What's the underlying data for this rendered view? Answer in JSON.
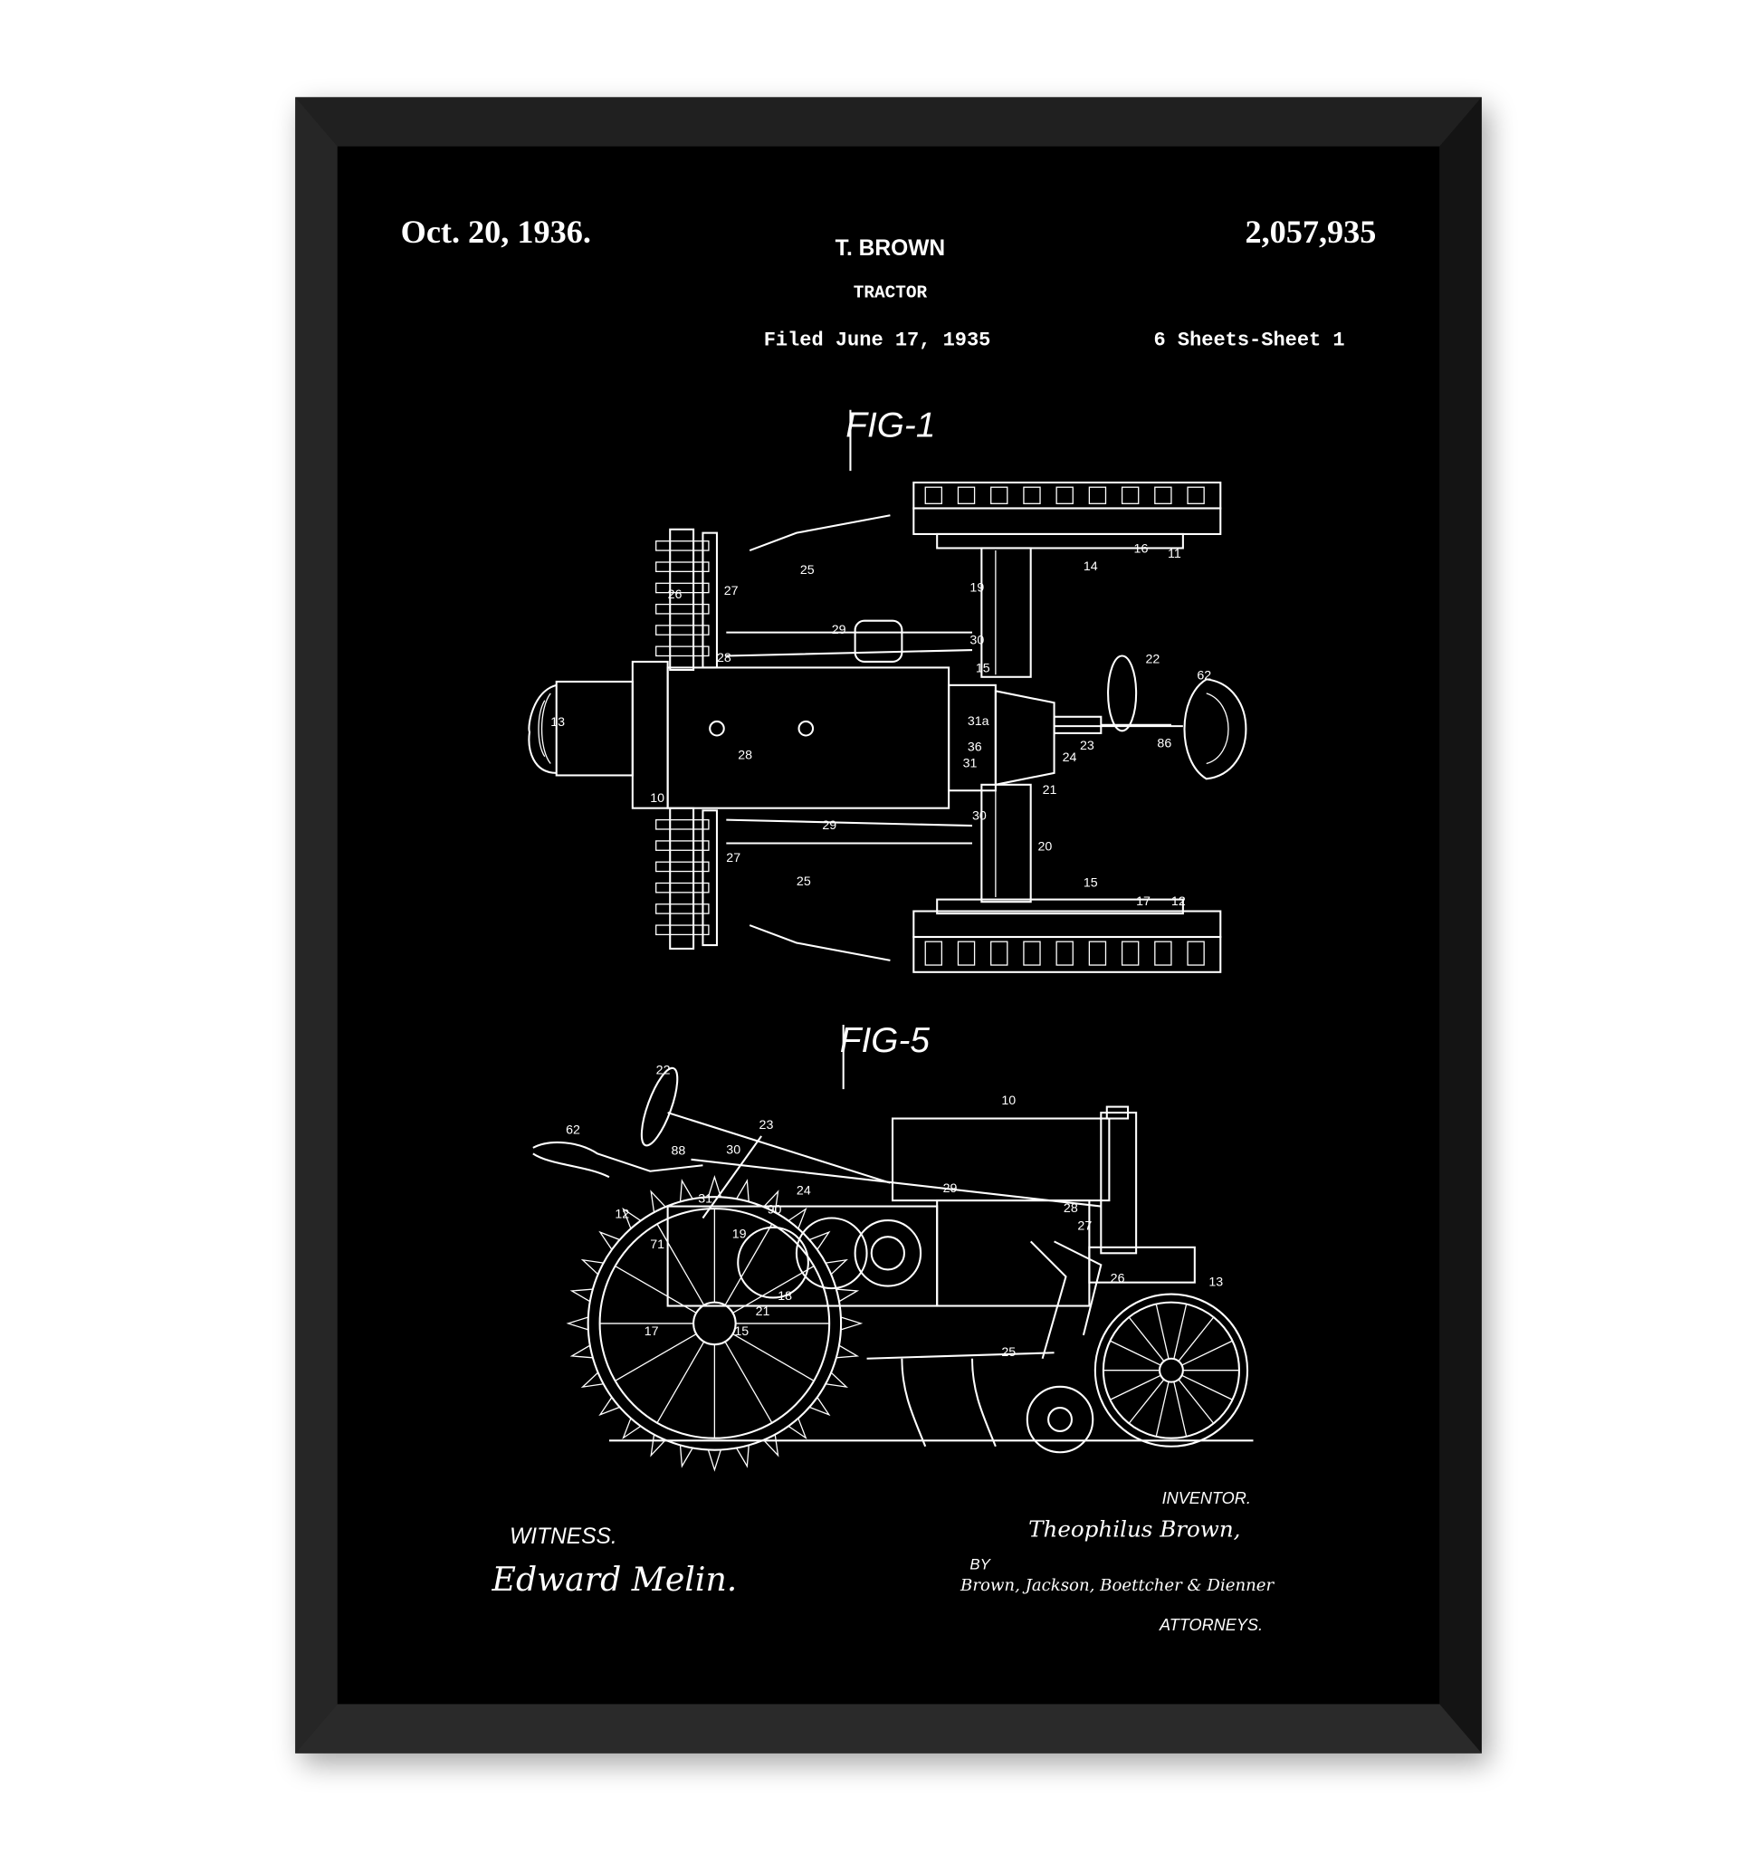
{
  "header": {
    "date": "Oct. 20, 1936.",
    "inventor_name": "T. BROWN",
    "title": "TRACTOR",
    "filed": "Filed June 17, 1935",
    "patent_number": "2,057,935",
    "sheets": "6 Sheets-Sheet 1"
  },
  "figures": {
    "fig1_label": "FIG-1",
    "fig5_label": "FIG-5",
    "fig1_callouts": [
      "16",
      "11",
      "14",
      "25",
      "19",
      "26",
      "27",
      "29",
      "30",
      "22",
      "62",
      "28",
      "15",
      "31a",
      "13",
      "23",
      "86",
      "36",
      "24",
      "31",
      "28",
      "10",
      "21",
      "29",
      "30",
      "20",
      "27",
      "25",
      "15",
      "17",
      "12"
    ],
    "fig5_callouts": [
      "22",
      "10",
      "62",
      "23",
      "88",
      "30",
      "24",
      "29",
      "12",
      "31",
      "90",
      "28",
      "27",
      "19",
      "71",
      "26",
      "13",
      "18",
      "21",
      "17",
      "15",
      "25"
    ]
  },
  "footer": {
    "witness_label": "WITNESS.",
    "witness_signature": "Edward Melin.",
    "inventor_label": "INVENTOR.",
    "inventor_signature": "Theophilus Brown,",
    "by_label": "BY",
    "attorneys_signature": "Brown, Jackson, Boettcher & Dienner",
    "attorneys_label": "ATTORNEYS."
  },
  "colors": {
    "frame": "#1c1c1c",
    "poster": "#000000",
    "ink": "#ffffff"
  }
}
